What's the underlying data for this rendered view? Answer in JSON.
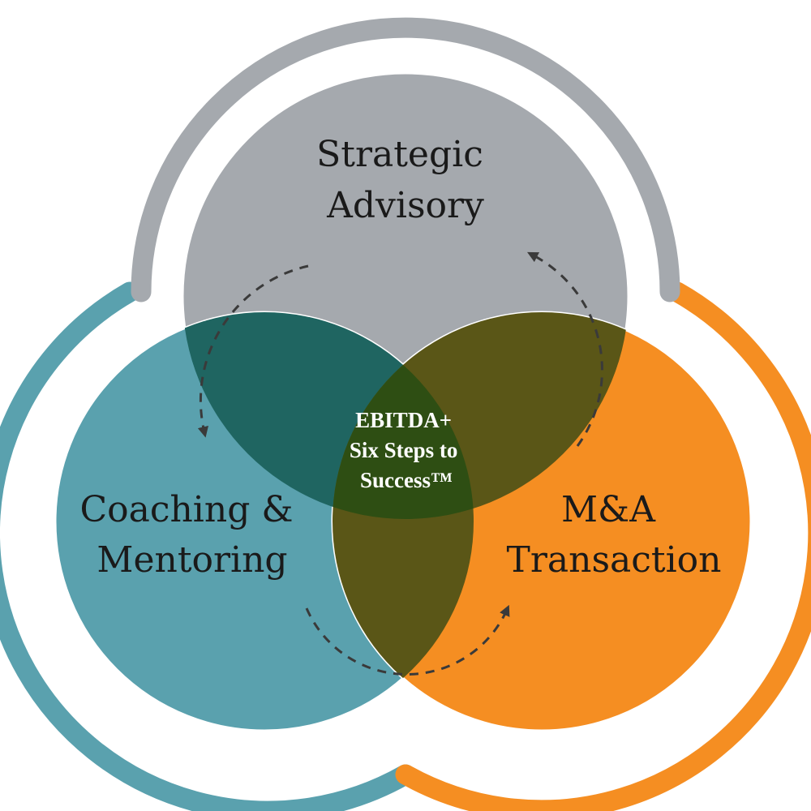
{
  "diagram": {
    "circles": [
      {
        "id": "strategic",
        "lines": [
          "Strategic",
          "Advisory"
        ],
        "color": "#A5A9AE",
        "ring_color": "#A5A9AE"
      },
      {
        "id": "coaching",
        "lines": [
          "Coaching &",
          "Mentoring"
        ],
        "color": "#5AA1AE",
        "ring_color": "#5AA1AE"
      },
      {
        "id": "ma",
        "lines": [
          "M&A",
          "Transaction"
        ],
        "color": "#F58E22",
        "ring_color": "#F58E22"
      }
    ],
    "overlap_colors": {
      "strategic_coaching": "#1F6561",
      "strategic_ma": "#5A5617",
      "coaching_ma": "#5A5617",
      "center": "#2E4E13"
    },
    "center": {
      "lines": [
        "EBITDA+",
        "Six Steps to",
        "Success™"
      ]
    },
    "arrow_color": "#3a3a3a"
  }
}
